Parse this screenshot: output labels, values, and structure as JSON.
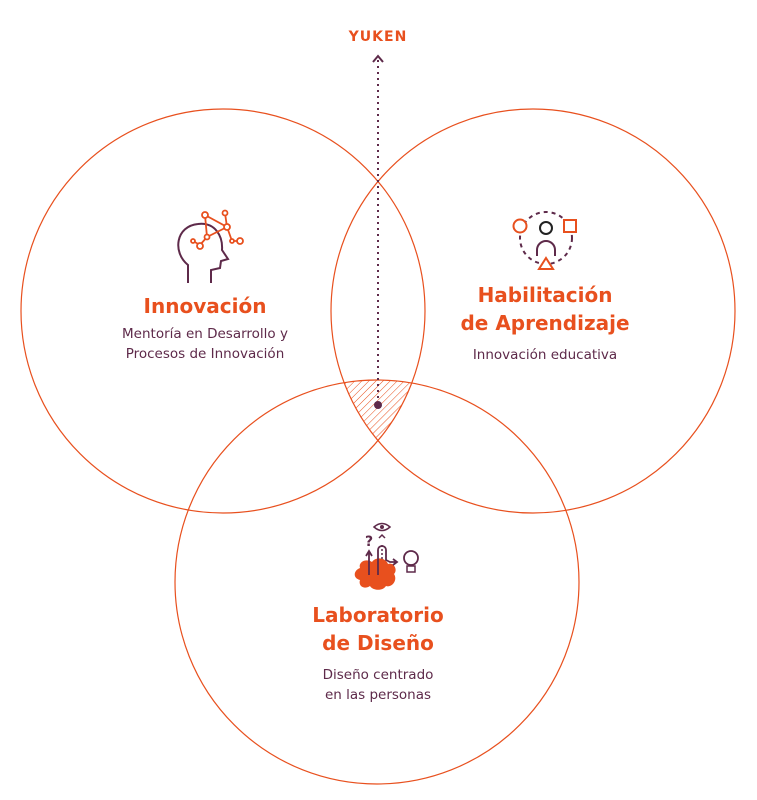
{
  "top_label": "YUKEN",
  "colors": {
    "accent": "#e8501e",
    "secondary": "#5e2a4a"
  },
  "circles": [
    {
      "title": "Innovación",
      "subtitle_lines": [
        "Mentoría en Desarrollo y",
        "Procesos de Innovación"
      ],
      "icon": "head-network-icon"
    },
    {
      "title_lines": [
        "Habilitación",
        "de Aprendizaje"
      ],
      "subtitle": "Innovación educativa",
      "icon": "learning-shapes-icon"
    },
    {
      "title_lines": [
        "Laboratorio",
        "de Diseño"
      ],
      "subtitle_lines": [
        "Diseño centrado",
        "en las personas"
      ],
      "icon": "design-thinking-icon"
    }
  ]
}
